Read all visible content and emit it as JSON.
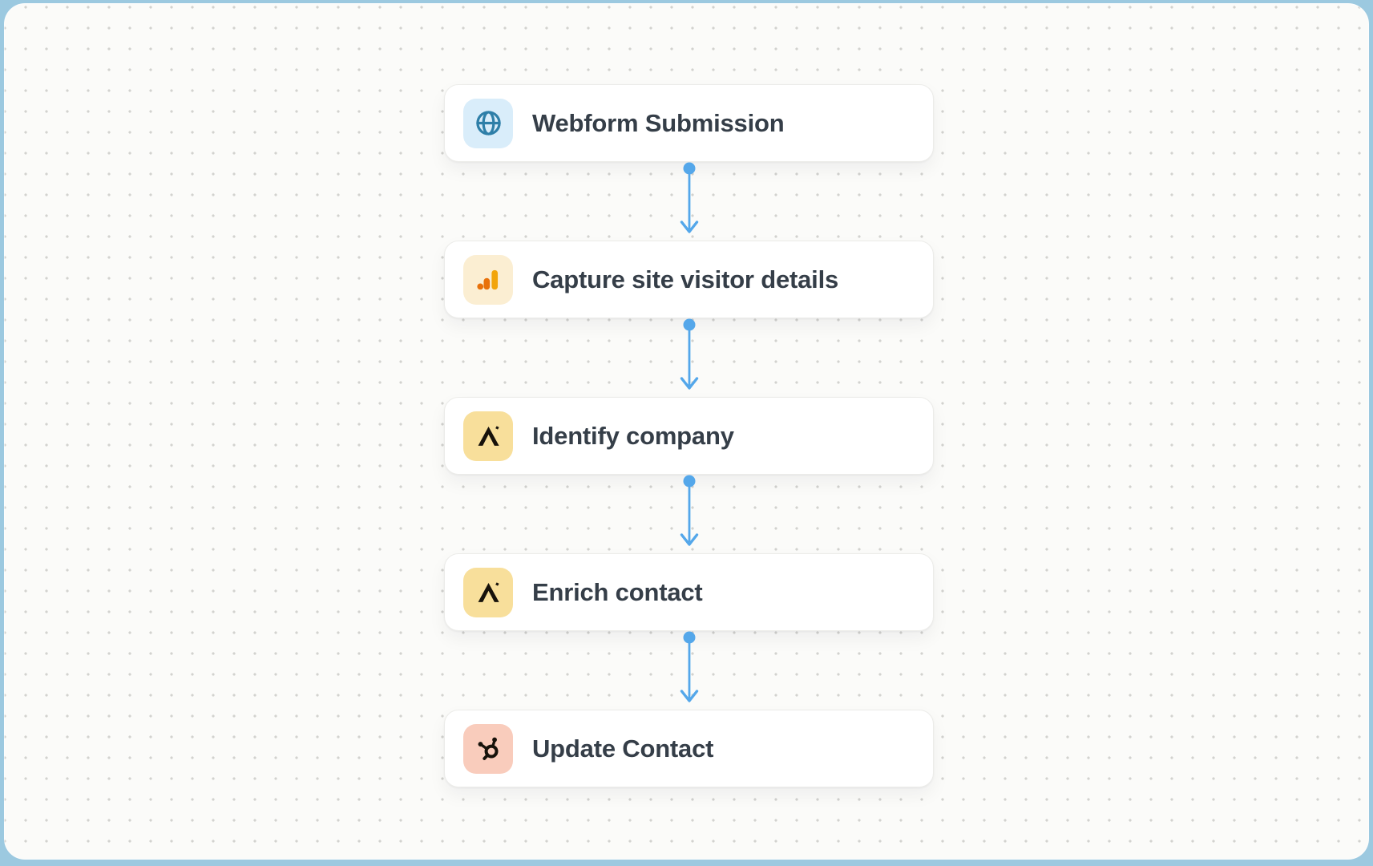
{
  "canvas": {
    "background_color": "#FBFBF9",
    "frame_color": "#9CC9E0",
    "dot_color": "#D2D2CF"
  },
  "workflow": {
    "connector_color": "#54A7EA",
    "label_color": "#353E48",
    "nodes": [
      {
        "label": "Webform Submission",
        "icon": "globe-icon",
        "icon_bg": "#D9EDFA",
        "icon_color": "#2E7FA8"
      },
      {
        "label": "Capture site visitor details",
        "icon": "google-analytics-icon",
        "icon_bg": "#FBEED2",
        "icon_color": "#E8710A",
        "icon_color_secondary": "#F2A50B"
      },
      {
        "label": "Identify company",
        "icon": "apollo-icon",
        "icon_bg": "#F8DF9B",
        "icon_color": "#17120B"
      },
      {
        "label": "Enrich contact",
        "icon": "apollo-icon",
        "icon_bg": "#F8DF9B",
        "icon_color": "#17120B"
      },
      {
        "label": "Update Contact",
        "icon": "hubspot-icon",
        "icon_bg": "#F9CCBC",
        "icon_color": "#17120B"
      }
    ]
  }
}
